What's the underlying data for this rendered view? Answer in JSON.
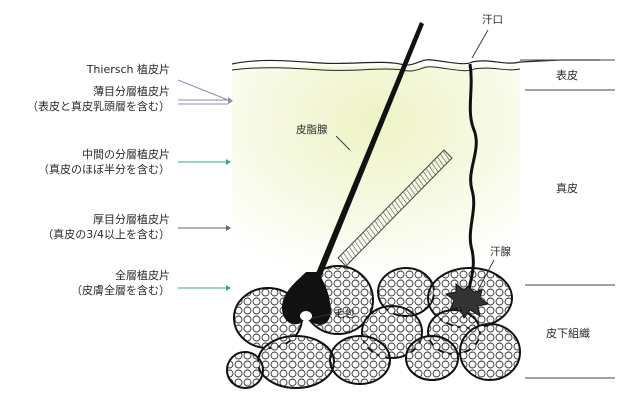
{
  "graft_labels": [
    {
      "name": "Thiersch 植皮片",
      "note": ""
    },
    {
      "name": "薄目分層植皮片",
      "note": "（表皮と真皮乳頭層を含む）"
    },
    {
      "name": "中間の分層植皮片",
      "note": "（真皮のほぼ半分を含む）"
    },
    {
      "name": "厚目分層植皮片",
      "note": "（真皮の3/4以上を含む）"
    },
    {
      "name": "全層植皮片",
      "note": "（皮膚全層を含む）"
    }
  ],
  "layers": {
    "epidermis": "表皮",
    "dermis": "真皮",
    "subcutis": "皮下組織"
  },
  "annotations": {
    "sweat_pore": "汗口",
    "sebaceous_gland": "皮脂腺",
    "sweat_gland": "汗腺",
    "hair": "毛包"
  },
  "colors": {
    "dermis_tint": "#f4f7d6",
    "line": "#222222",
    "arrow": "#8a8fb0",
    "arrow_green": "#3aa58c"
  }
}
